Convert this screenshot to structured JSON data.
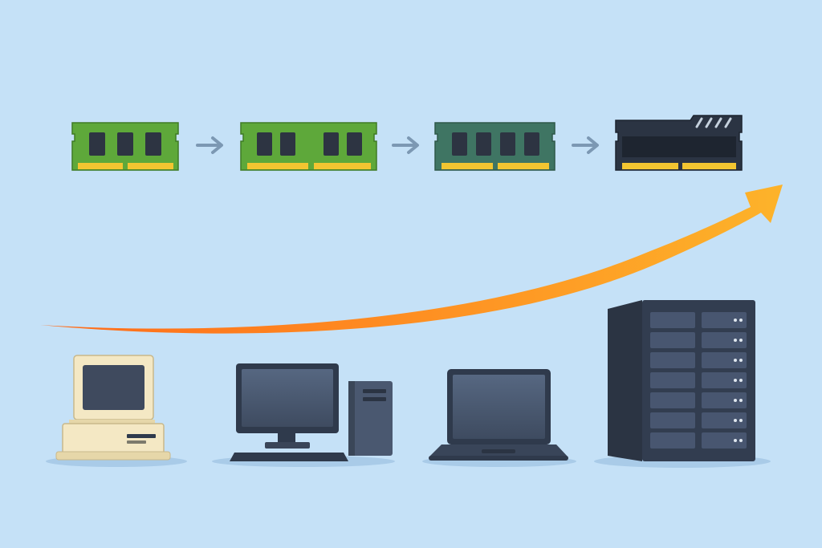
{
  "diagram": {
    "memory_modules": [
      {
        "kind": "ram-stick",
        "chips": 3,
        "pcb_color": "#5ea83a"
      },
      {
        "kind": "ram-stick",
        "chips": 4,
        "pcb_color": "#5ea83a"
      },
      {
        "kind": "ram-stick",
        "chips": 4,
        "pcb_color": "#3f7563"
      },
      {
        "kind": "ram-stick-heatsink",
        "chips": 0,
        "pcb_color": "#2b3443"
      }
    ],
    "computers": [
      {
        "kind": "vintage-computer",
        "icon": "vintage-computer-icon"
      },
      {
        "kind": "desktop-tower-pc",
        "icon": "desktop-pc-icon"
      },
      {
        "kind": "laptop",
        "icon": "laptop-icon"
      },
      {
        "kind": "server-rack",
        "icon": "server-rack-icon"
      }
    ],
    "arrow_icon": "arrow-right-icon",
    "trend_arrow": {
      "direction": "up-right",
      "gradient": [
        "#ff6a1a",
        "#fdb32a"
      ]
    },
    "colors": {
      "background": "#c5e1f7",
      "contact_gold": "#f2c531",
      "chip": "#2d3442",
      "arrow_gray": "#7c98b3",
      "device_dark": "#2f3a4c"
    }
  }
}
